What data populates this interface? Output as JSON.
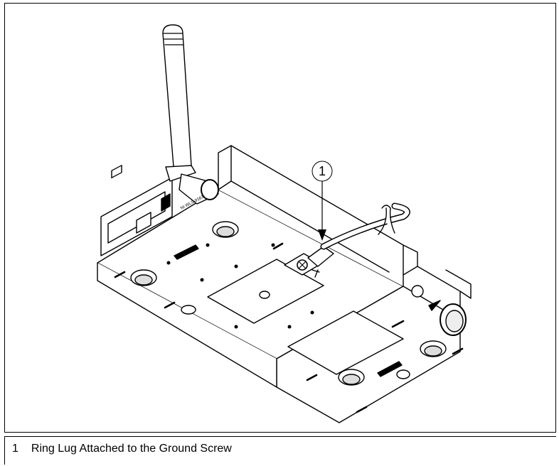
{
  "figure": {
    "callout_number": "1",
    "device_label": "NI WLS-9163"
  },
  "legend": {
    "items": [
      {
        "number": "1",
        "text": "Ring Lug Attached to the Ground Screw"
      }
    ]
  }
}
